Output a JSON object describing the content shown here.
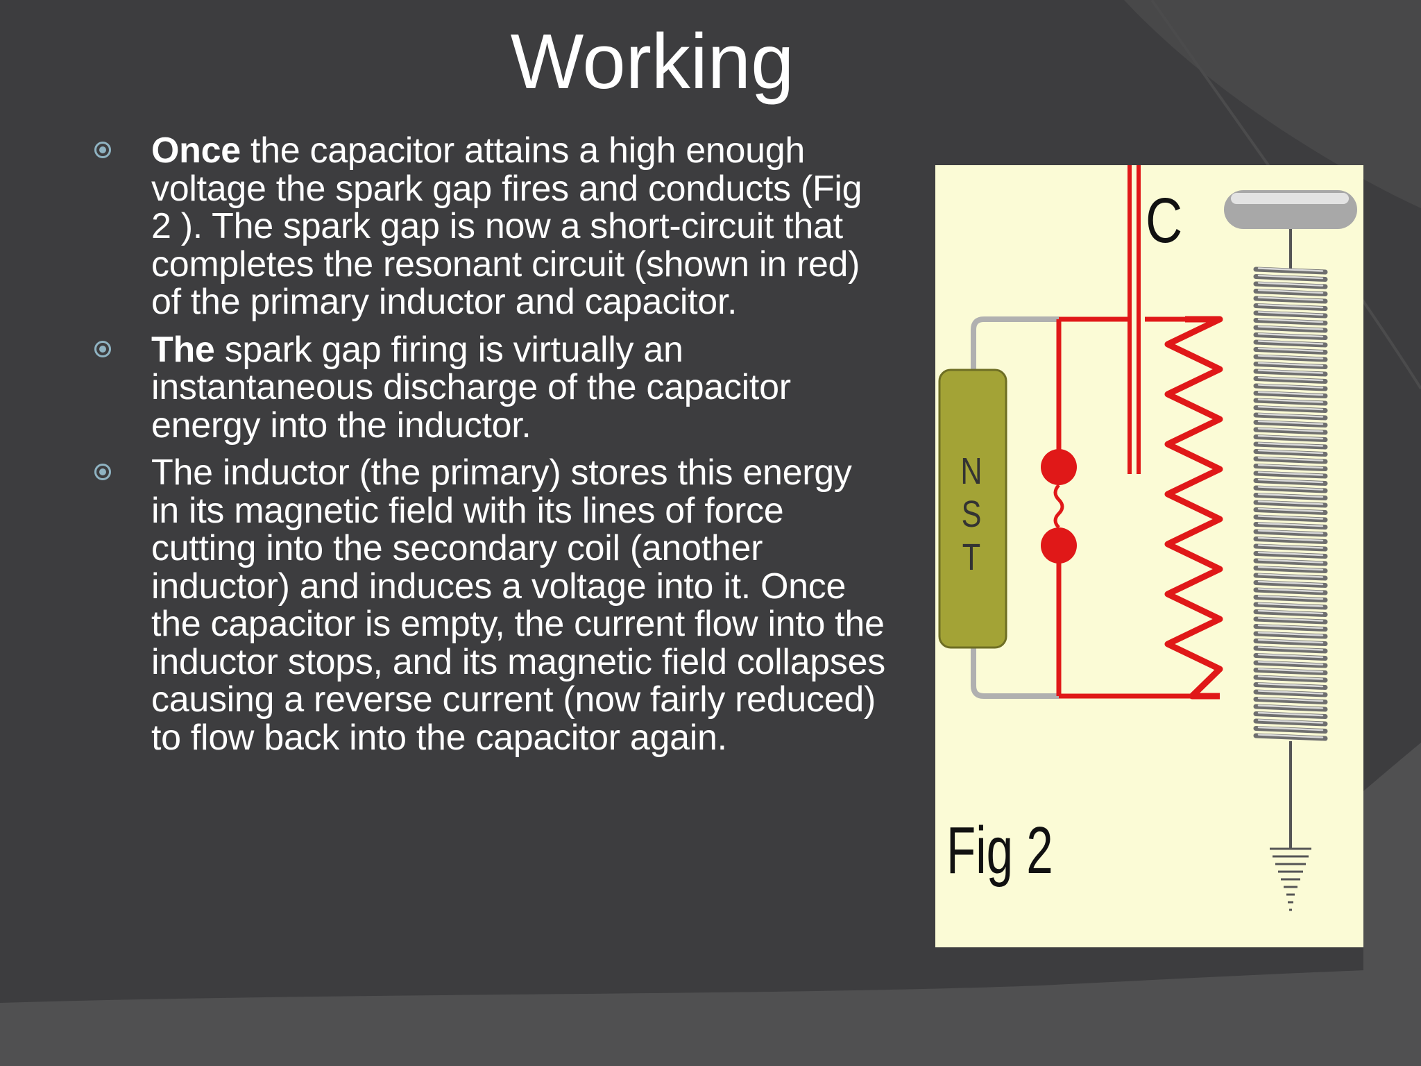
{
  "slide": {
    "title": "Working",
    "bullets": [
      {
        "lead": "Once",
        "text": " the capacitor attains a high enough voltage the spark gap fires and conducts (Fig 2 ). The spark gap is now a short-circuit that completes the resonant circuit (shown in red) of the primary inductor and capacitor."
      },
      {
        "lead": "The",
        "text": " spark gap firing is virtually an instantaneous discharge of the capacitor energy into the inductor."
      },
      {
        "lead": "",
        "text": "The inductor (the primary) stores this energy in its magnetic field with its lines of force cutting into the secondary coil (another inductor) and induces a voltage into it. Once the capacitor is empty, the current flow into the inductor stops, and its magnetic field collapses causing a reverse current (now fairly reduced) to flow back into the capacitor again."
      }
    ]
  },
  "figure": {
    "caption": "Fig 2",
    "capacitor_label": "C",
    "nst_letters": [
      "N",
      "S",
      "T"
    ],
    "colors": {
      "background": "#fbfbd6",
      "resonant_circuit": "#e01818",
      "transformer": "#a3a336"
    }
  },
  "colors": {
    "slide_background": "#3d3d3f",
    "bullet_marker": "#8fb3c2"
  }
}
